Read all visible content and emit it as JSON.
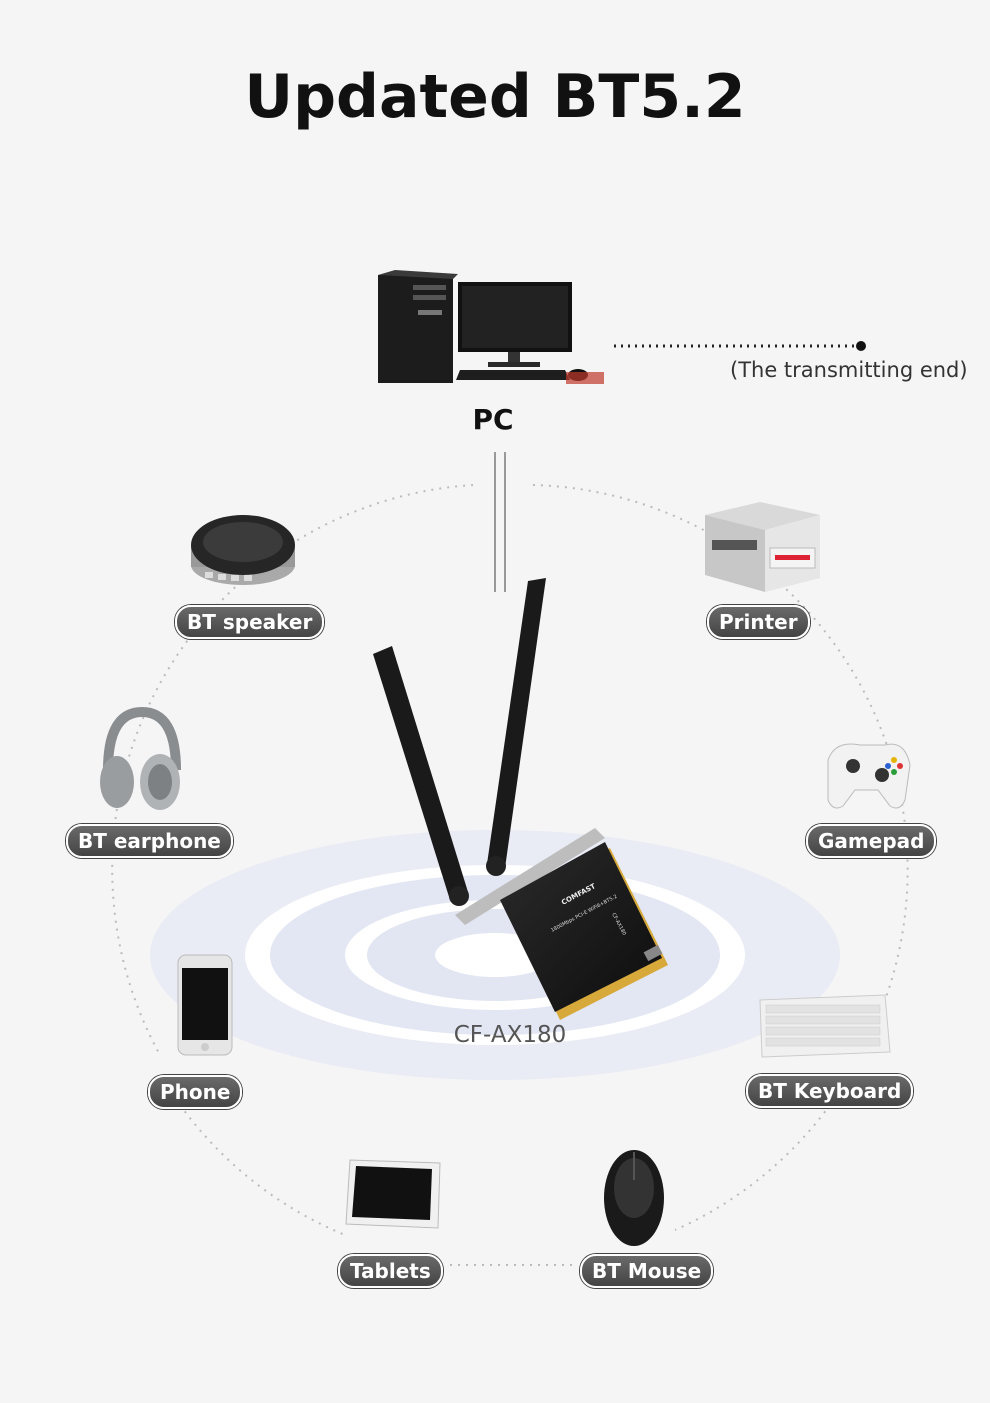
{
  "title": "Updated BT5.2",
  "pc_label": "PC",
  "transmitting_note": "(The transmitting end)",
  "model": "CF-AX180",
  "devices": {
    "bt_speaker": "BT speaker",
    "printer": "Printer",
    "bt_earphone": "BT earphone",
    "gamepad": "Gamepad",
    "phone": "Phone",
    "bt_keyboard": "BT Keyboard",
    "tablets": "Tablets",
    "bt_mouse": "BT Mouse"
  },
  "card_text": {
    "brand": "COMFAST",
    "line1": "1800Mbps PCI-E WiFi6+BT5.2",
    "model_tag": "CF-AX180"
  },
  "colors": {
    "background": "#f5f5f5",
    "pill": "#555555",
    "antenna": "#1a1a1a"
  }
}
